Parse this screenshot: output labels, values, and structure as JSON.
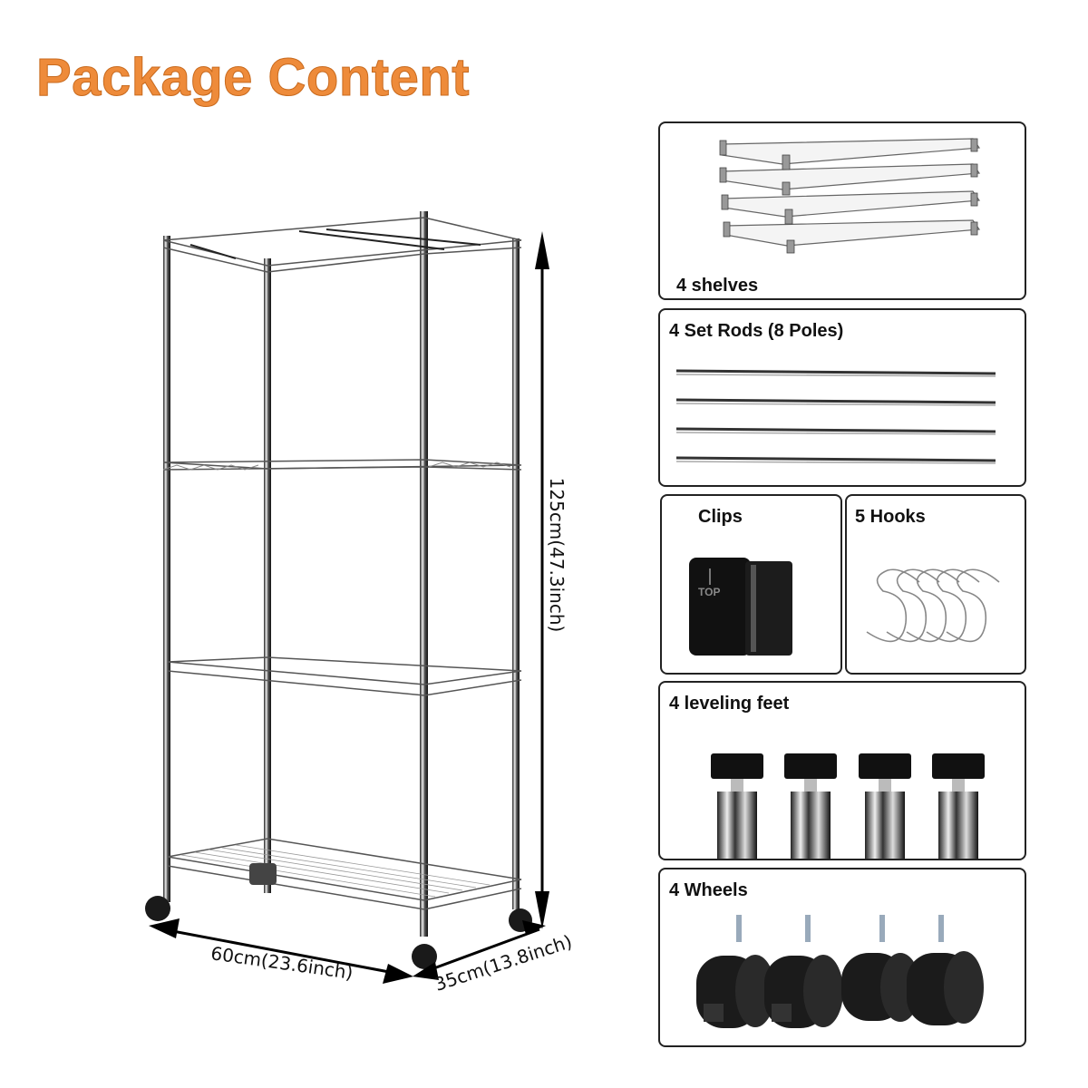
{
  "header": {
    "title": "Package Content",
    "title_color": "#ee8b3a"
  },
  "product": {
    "dimensions": {
      "height": "125cm(47.3inch)",
      "width": "60cm(23.6inch)",
      "depth": "35cm(13.8inch)"
    }
  },
  "contents": [
    {
      "label": "4  shelves",
      "icon": "wire-shelf-stack-icon"
    },
    {
      "label": "4 Set Rods (8 Poles)",
      "icon": "rods-icon"
    },
    {
      "label": "Clips",
      "icon": "clip-icon"
    },
    {
      "label": "5 Hooks",
      "icon": "s-hook-icon"
    },
    {
      "label": "4 leveling feet",
      "icon": "leveling-foot-icon"
    },
    {
      "label": "4 Wheels",
      "icon": "caster-wheel-icon"
    }
  ]
}
